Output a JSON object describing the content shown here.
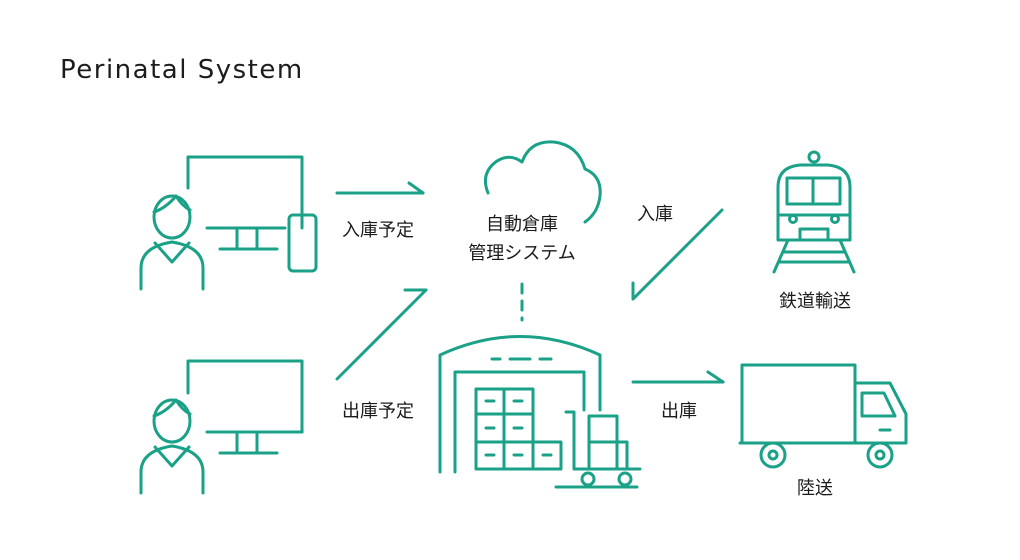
{
  "title": "Perinatal System",
  "colors": {
    "accent": "#1aa187",
    "text": "#1a1a1a"
  },
  "labels": {
    "inbound_plan": "入庫予定",
    "outbound_plan": "出庫予定",
    "system_line1": "自動倉庫",
    "system_line2": "管理システム",
    "inbound": "入庫",
    "outbound": "出庫",
    "rail": "鉄道輸送",
    "land": "陸送"
  },
  "icons": [
    "person-icon",
    "monitor-icon",
    "smartphone-icon",
    "cloud-icon",
    "warehouse-icon",
    "boxes-icon",
    "cart-icon",
    "train-icon",
    "truck-icon"
  ]
}
